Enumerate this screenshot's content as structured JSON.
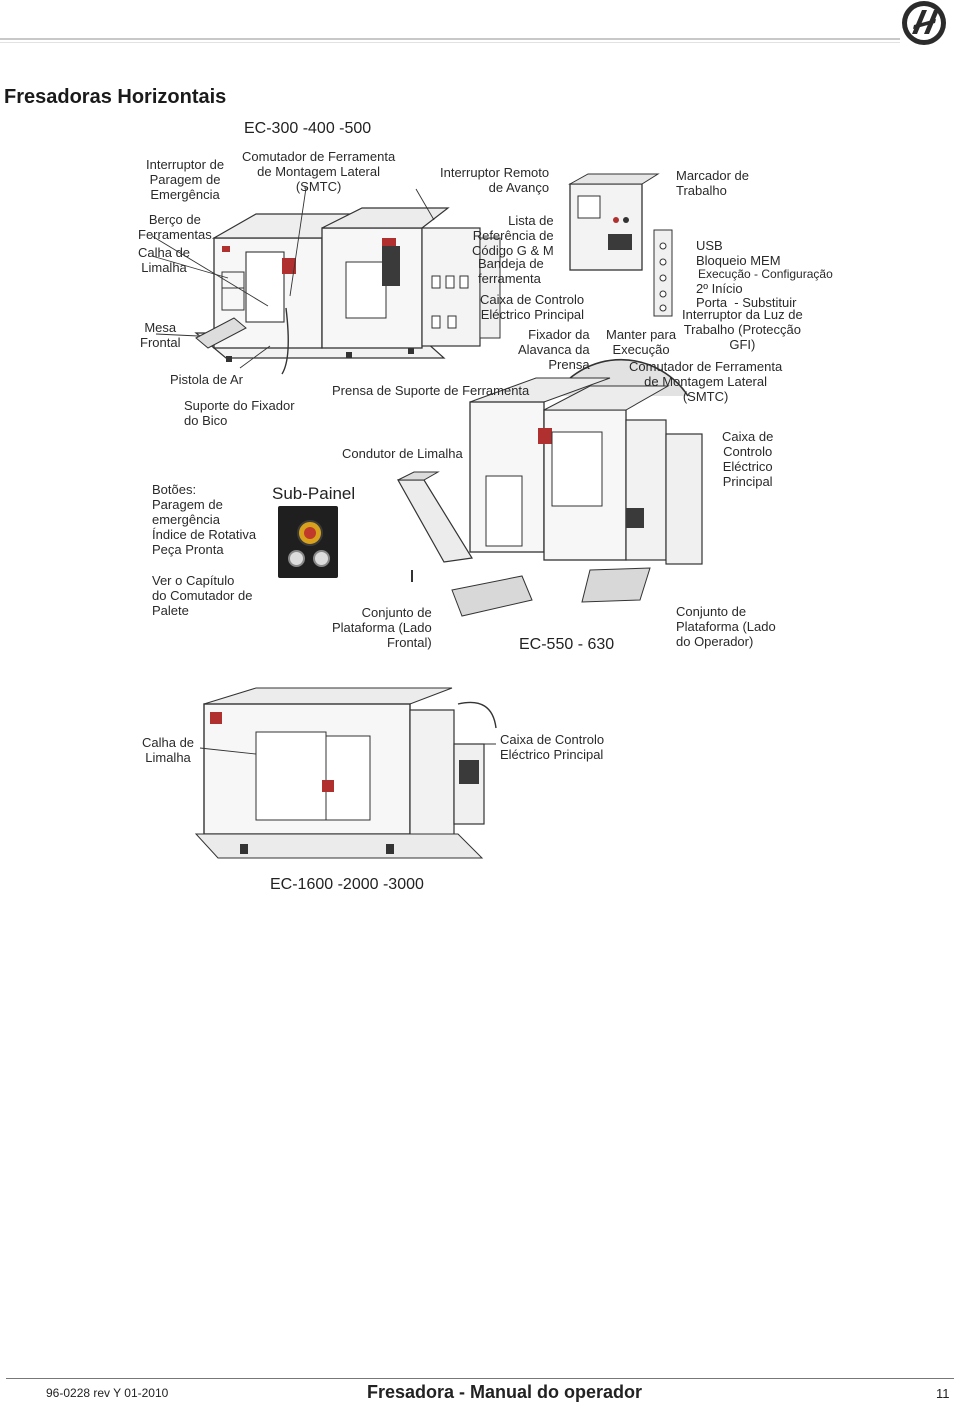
{
  "header": {
    "logo_icon": "haas-logo-icon"
  },
  "page_title": "Fresadoras Horizontais",
  "models": {
    "top": "EC-300 -400 -500",
    "mid": "EC-550 - 630",
    "bottom": "EC-1600 -2000 -3000"
  },
  "labels_ec300": {
    "interruptor_paragem": "Interruptor de\nParagem de\nEmergência",
    "comutador_smtc": "Comutador de Ferramenta\nde Montagem Lateral\n(SMTC)",
    "interruptor_remoto": "Interruptor Remoto\nde Avanço",
    "berco": "Berço de\nFerramentas",
    "calha": "Calha de\nLimalha",
    "mesa": "Mesa\nFrontal",
    "pistola": "Pistola de Ar",
    "suporte_fixador": "Suporte do Fixador\ndo Bico",
    "lista_ref": "Lista de\nReferência de\nCódigo G & M",
    "bandeja": "Bandeja de\nferramenta",
    "caixa_controlo": "Caixa de Controlo\nEléctrico Principal",
    "fixador_alavanca": "Fixador da\nAlavanca da\nPrensa",
    "prensa_suporte": "Prensa de Suporte de Ferramenta",
    "condutor": "Condutor de Limalha",
    "botoes": "Botões:\nParagem de\nemergência\nÍndice de Rotativa\nPeça Pronta",
    "sub_painel": "Sub-Painel",
    "ver_capitulo": "Ver o Capítulo\ndo Comutador de\nPalete",
    "conjunto_frontal": "Conjunto de\nPlataforma (Lado\nFrontal)"
  },
  "labels_ec550": {
    "marcador": "Marcador de\nTrabalho",
    "usb": "USB",
    "bloqueio": "Bloqueio MEM",
    "execucao_config": "Execução - Configuração",
    "inicio2": "2º Início",
    "porta": "Porta  - Substituir",
    "interruptor_luz": "Interruptor da Luz de\nTrabalho (Protecção\nGFI)",
    "manter": "Manter para\nExecução",
    "comutador_smtc": "Comutador de Ferramenta\nde Montagem Lateral\n(SMTC)",
    "caixa_controlo": "Caixa de\nControlo\nEléctrico\nPrincipal",
    "conjunto_operador": "Conjunto de\nPlataforma (Lado\ndo Operador)"
  },
  "labels_ec1600": {
    "calha": "Calha de\nLimalha",
    "caixa_controlo": "Caixa de Controlo\nEléctrico Principal"
  },
  "footer": {
    "doc_number": "96-0228 rev Y 01-2010",
    "manual_title": "Fresadora - Manual do operador",
    "page_number": "11"
  }
}
